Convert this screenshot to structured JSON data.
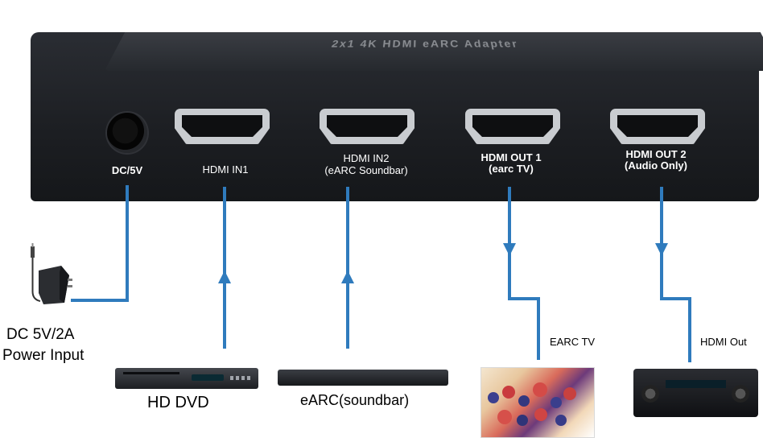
{
  "device": {
    "title": "2x1 4K HDMI eARC Adapter",
    "ports": {
      "dc": "DC/5V",
      "hdmi_in1": "HDMI IN1",
      "hdmi_in2_line1": "HDMI IN2",
      "hdmi_in2_line2": "(eARC Soundbar)",
      "hdmi_out1_line1": "HDMI OUT 1",
      "hdmi_out1_line2": "(earc TV)",
      "hdmi_out2_line1": "HDMI OUT 2",
      "hdmi_out2_line2": "(Audio Only)"
    }
  },
  "connections": {
    "power_line1": "DC 5V/2A",
    "power_line2": "Power Input",
    "hd_dvd": "HD DVD",
    "soundbar": "eARC(soundbar)",
    "earc_tv": "EARC TV",
    "hdmi_out": "HDMI Out"
  },
  "colors": {
    "connector_line": "#2f7bbd",
    "device_body": "#1c1e22",
    "port_label": "#ffffff"
  }
}
